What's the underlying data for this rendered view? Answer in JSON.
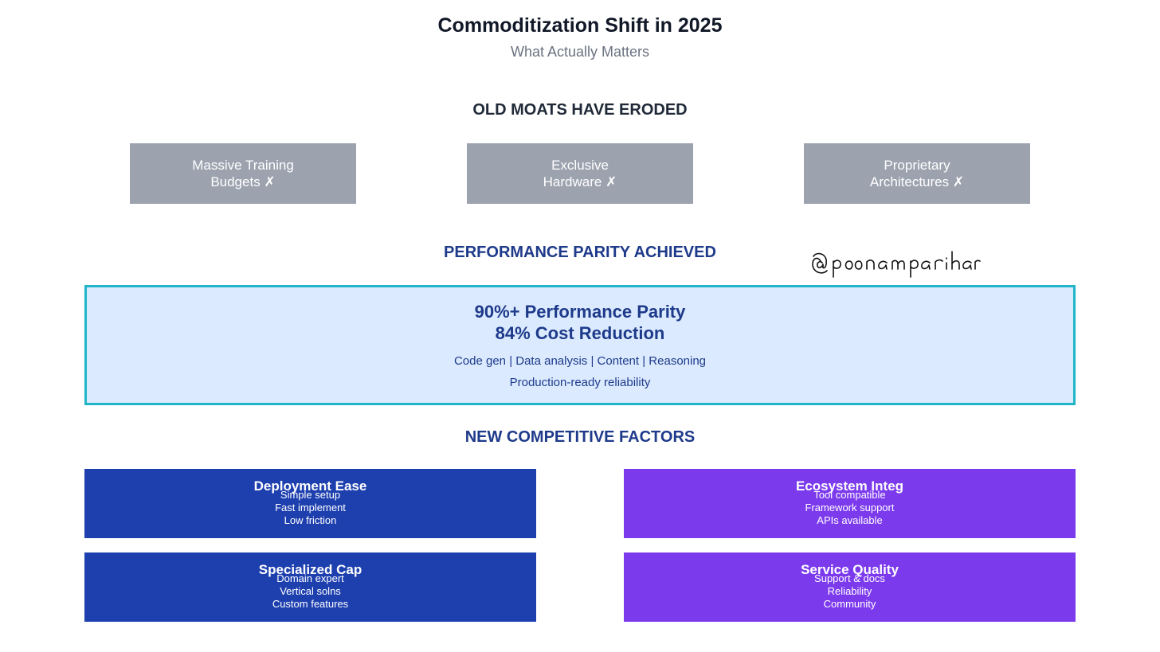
{
  "header": {
    "title": "Commoditization Shift in 2025",
    "subtitle": "What Actually Matters"
  },
  "old_moats": {
    "heading": "OLD MOATS HAVE ERODED",
    "items": [
      {
        "line1": "Massive Training",
        "line2": "Budgets ✗"
      },
      {
        "line1": "Exclusive",
        "line2": "Hardware ✗"
      },
      {
        "line1": "Proprietary",
        "line2": "Architectures ✗"
      }
    ]
  },
  "parity": {
    "heading": "PERFORMANCE PARITY ACHIEVED",
    "line1": "90%+ Performance Parity",
    "line2": "84% Cost Reduction",
    "detail1": "Code gen | Data analysis | Content | Reasoning",
    "detail2": "Production-ready reliability"
  },
  "signature": {
    "text": "@poonamparihar"
  },
  "new_factors": {
    "heading": "NEW COMPETITIVE FACTORS",
    "items": [
      {
        "title": "Deployment Ease",
        "lines": [
          "Simple setup",
          "Fast implement",
          "Low friction"
        ],
        "color": "#1e40af"
      },
      {
        "title": "Ecosystem Integ",
        "lines": [
          "Tool compatible",
          "Framework support",
          "APIs available"
        ],
        "color": "#7c3aed"
      },
      {
        "title": "Specialized Cap",
        "lines": [
          "Domain expert",
          "Vertical solns",
          "Custom features"
        ],
        "color": "#1e40af"
      },
      {
        "title": "Service Quality",
        "lines": [
          "Support & docs",
          "Reliability",
          "Community"
        ],
        "color": "#7c3aed"
      }
    ]
  },
  "colors": {
    "old_box": "#9ca3af",
    "parity_fill": "#dbeafe",
    "parity_border": "#22b5c9",
    "factor_blue": "#1e40af",
    "factor_purple": "#7c3aed"
  }
}
